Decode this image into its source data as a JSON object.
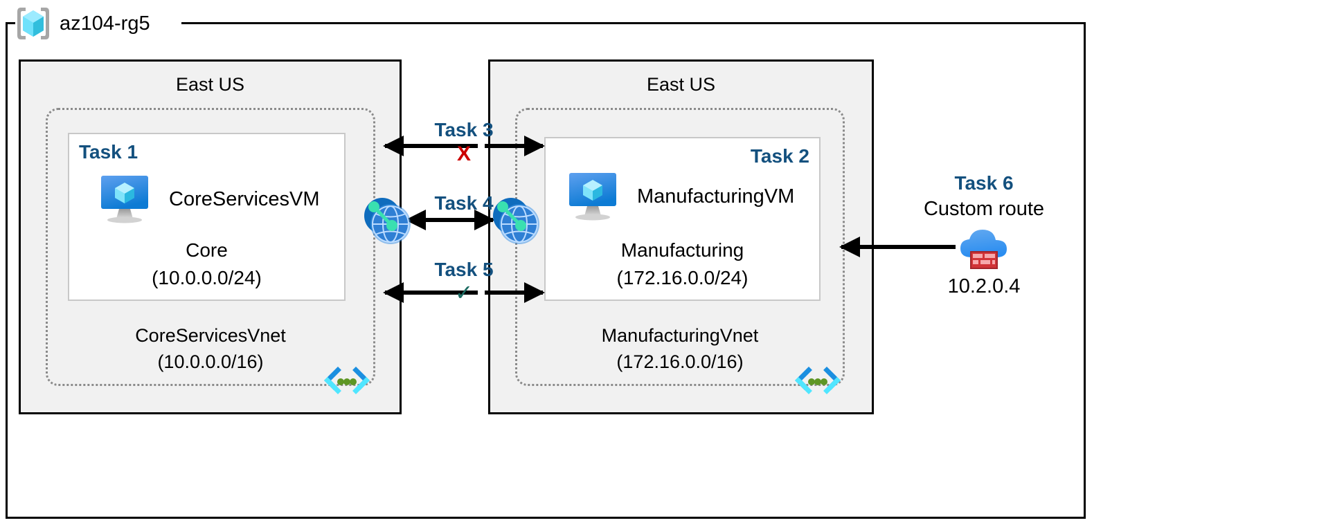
{
  "resource_group": {
    "name": "az104-rg5",
    "icon": "resource-group-cube-icon"
  },
  "regions": [
    {
      "id": "left",
      "label": "East US"
    },
    {
      "id": "right",
      "label": "East US"
    }
  ],
  "vnets": [
    {
      "id": "core",
      "name": "CoreServicesVnet",
      "address_space": "(10.0.0.0/16)",
      "icon": "vnet-brackets-icon",
      "subnet": {
        "task": "Task 1",
        "vm_name": "CoreServicesVM",
        "vm_icon": "virtual-machine-icon",
        "subnet_name": "Core",
        "subnet_range": "(10.0.0.0/24)"
      }
    },
    {
      "id": "manufacturing",
      "name": "ManufacturingVnet",
      "address_space": "(172.16.0.0/16)",
      "icon": "vnet-brackets-icon",
      "subnet": {
        "task": "Task 2",
        "vm_name": "ManufacturingVM",
        "vm_icon": "virtual-machine-icon",
        "subnet_name": "Manufacturing",
        "subnet_range": "(172.16.0.0/24)"
      }
    }
  ],
  "connections": [
    {
      "id": "task3",
      "label": "Task 3",
      "mark": "X",
      "mark_kind": "cross",
      "mark_color": "#cc0000"
    },
    {
      "id": "task4",
      "label": "Task 4",
      "mark": "",
      "mark_kind": "none",
      "mark_color": ""
    },
    {
      "id": "task5",
      "label": "Task 5",
      "mark": "✓",
      "mark_kind": "check",
      "mark_color": "#1b6b62"
    }
  ],
  "peering": {
    "left_icon": "vnet-peering-globe-icon",
    "right_icon": "vnet-peering-globe-icon"
  },
  "task6": {
    "label": "Task 6",
    "description": "Custom route",
    "ip": "10.2.0.4",
    "icon": "firewall-cloud-icon"
  },
  "colors": {
    "task_blue": "#13507e",
    "region_fill": "#f1f1f1",
    "vnet_border": "#8a8a8a",
    "subnet_border": "#c8c8c8",
    "azure_blue": "#0078d4",
    "cube_cyan": "#50e6ff",
    "error_red": "#cc0000",
    "success_green": "#1b6b62",
    "firewall_red": "#d13438"
  }
}
